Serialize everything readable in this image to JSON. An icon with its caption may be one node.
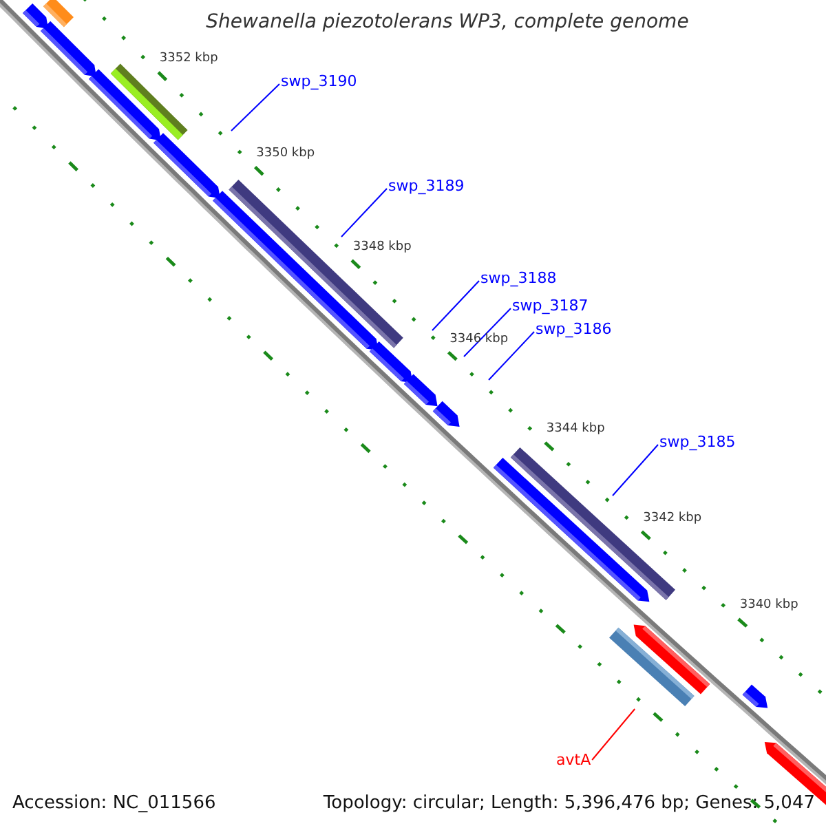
{
  "diagram": {
    "title": "Shewanella piezotolerans WP3, complete genome",
    "nodes": [
      {
        "text": [
          "swp_3190"
        ]
      },
      {
        "text": [
          "swp_3189"
        ]
      },
      {
        "text": [
          "swp_3188"
        ]
      },
      {
        "text": [
          "swp_3187"
        ]
      },
      {
        "text": [
          "swp_3186"
        ]
      },
      {
        "text": [
          "swp_3185"
        ]
      },
      {
        "text": [
          "avtA"
        ]
      }
    ],
    "edges": [
      {
        "from": 0,
        "to": null,
        "arrow": "none"
      },
      {
        "from": 1,
        "to": null,
        "arrow": "none"
      },
      {
        "from": 2,
        "to": null,
        "arrow": "none"
      },
      {
        "from": 3,
        "to": null,
        "arrow": "none"
      },
      {
        "from": 4,
        "to": null,
        "arrow": "none"
      },
      {
        "from": 5,
        "to": null,
        "arrow": "none"
      },
      {
        "from": 6,
        "to": null,
        "arrow": "none",
        "color": "#ff0000"
      }
    ],
    "labels": [
      "3352 kbp",
      "3350 kbp",
      "3348 kbp",
      "3346 kbp",
      "3344 kbp",
      "3342 kbp",
      "3340 kbp",
      "Accession: NC_011566",
      "Topology: circular; Length: 5,396,476 bp; Genes: 5,047"
    ]
  }
}
